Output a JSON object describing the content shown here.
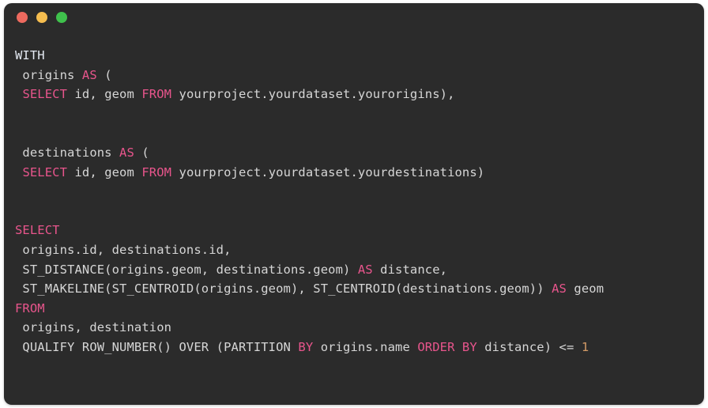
{
  "window": {
    "title": "",
    "background_color": "#2b2b2b",
    "traffic_lights": [
      {
        "name": "close",
        "color": "#ed6a5f"
      },
      {
        "name": "minimize",
        "color": "#f5bd4f"
      },
      {
        "name": "maximize",
        "color": "#3fc14c"
      }
    ]
  },
  "editor": {
    "language": "sql",
    "colors": {
      "keyword": "#e8558c",
      "identifier": "#d6d6d6",
      "with_keyword": "#e4e9f2",
      "number": "#d19a66",
      "background": "#2b2b2b"
    },
    "lines": [
      {
        "n": 1,
        "tokens": [
          {
            "t": "WITH",
            "c": "with"
          }
        ]
      },
      {
        "n": 2,
        "tokens": [
          {
            "t": " origins ",
            "c": "id"
          },
          {
            "t": "AS",
            "c": "kw"
          },
          {
            "t": " (",
            "c": "id"
          }
        ]
      },
      {
        "n": 3,
        "tokens": [
          {
            "t": " ",
            "c": "id"
          },
          {
            "t": "SELECT",
            "c": "kw"
          },
          {
            "t": " id, geom ",
            "c": "id"
          },
          {
            "t": "FROM",
            "c": "kw"
          },
          {
            "t": " yourproject.yourdataset.yourorigins),",
            "c": "id"
          }
        ]
      },
      {
        "n": 4,
        "tokens": []
      },
      {
        "n": 5,
        "tokens": []
      },
      {
        "n": 6,
        "tokens": [
          {
            "t": " destinations ",
            "c": "id"
          },
          {
            "t": "AS",
            "c": "kw"
          },
          {
            "t": " (",
            "c": "id"
          }
        ]
      },
      {
        "n": 7,
        "tokens": [
          {
            "t": " ",
            "c": "id"
          },
          {
            "t": "SELECT",
            "c": "kw"
          },
          {
            "t": " id, geom ",
            "c": "id"
          },
          {
            "t": "FROM",
            "c": "kw"
          },
          {
            "t": " yourproject.yourdataset.yourdestinations)",
            "c": "id"
          }
        ]
      },
      {
        "n": 8,
        "tokens": []
      },
      {
        "n": 9,
        "tokens": []
      },
      {
        "n": 10,
        "tokens": [
          {
            "t": "SELECT",
            "c": "kw"
          }
        ]
      },
      {
        "n": 11,
        "tokens": [
          {
            "t": " origins.id, destinations.id,",
            "c": "id"
          }
        ]
      },
      {
        "n": 12,
        "tokens": [
          {
            "t": " ST_DISTANCE(origins.geom, destinations.geom) ",
            "c": "id"
          },
          {
            "t": "AS",
            "c": "kw"
          },
          {
            "t": " distance,",
            "c": "id"
          }
        ]
      },
      {
        "n": 13,
        "tokens": [
          {
            "t": " ST_MAKELINE(ST_CENTROID(origins.geom), ST_CENTROID(destinations.geom)) ",
            "c": "id"
          },
          {
            "t": "AS",
            "c": "kw"
          },
          {
            "t": " geom",
            "c": "id"
          }
        ]
      },
      {
        "n": 14,
        "tokens": [
          {
            "t": "FROM",
            "c": "kw"
          }
        ]
      },
      {
        "n": 15,
        "tokens": [
          {
            "t": " origins, destination",
            "c": "id"
          }
        ]
      },
      {
        "n": 16,
        "tokens": [
          {
            "t": " QUALIFY ROW_NUMBER() OVER (PARTITION ",
            "c": "id"
          },
          {
            "t": "BY",
            "c": "kw"
          },
          {
            "t": " origins.name ",
            "c": "id"
          },
          {
            "t": "ORDER BY",
            "c": "kw"
          },
          {
            "t": " distance) <= ",
            "c": "id"
          },
          {
            "t": "1",
            "c": "num"
          }
        ]
      }
    ]
  }
}
